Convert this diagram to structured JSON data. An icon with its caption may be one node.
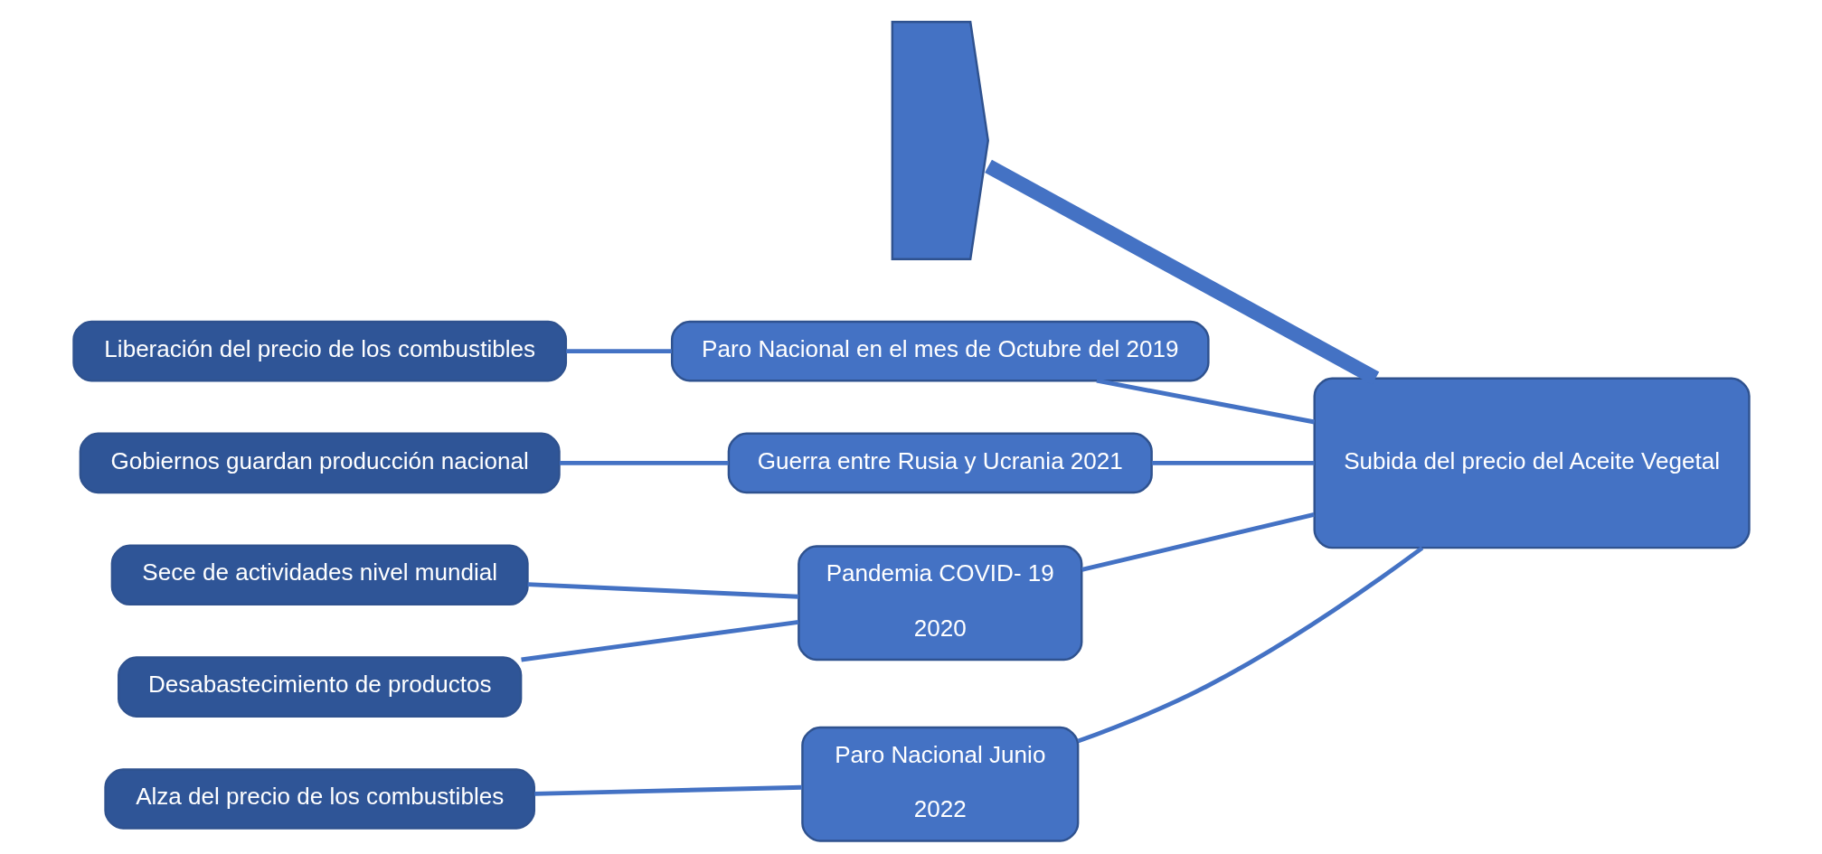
{
  "diagram": {
    "nodes": [
      {
        "text": [],
        "shape": "chevron"
      },
      {
        "text": [
          "Paro Nacional en el mes de Octubre del 2019"
        ]
      },
      {
        "text": [
          "Liberación del precio de los combustibles"
        ]
      },
      {
        "text": [
          "Guerra entre Rusia y Ucrania 2021"
        ]
      },
      {
        "text": [
          "Gobiernos guardan producción nacional"
        ]
      },
      {
        "text": [
          "Sece de actividades nivel mundial"
        ]
      },
      {
        "text": [
          "Desabastecimiento de productos"
        ]
      },
      {
        "text": [
          "Pandemia COVID- 19",
          "2020"
        ]
      },
      {
        "text": [
          "Alza del precio de los combustibles"
        ]
      },
      {
        "text": [
          "Paro Nacional Junio",
          "2022"
        ]
      },
      {
        "text": [
          "Subida del precio del Aceite Vegetal"
        ]
      }
    ],
    "edges": [
      {
        "from": 0,
        "to": 10,
        "arrow": "none",
        "style": "thick"
      },
      {
        "from": 1,
        "to": 10,
        "arrow": "none"
      },
      {
        "from": 2,
        "to": 1,
        "arrow": "none"
      },
      {
        "from": 3,
        "to": 10,
        "arrow": "none"
      },
      {
        "from": 4,
        "to": 3,
        "arrow": "none"
      },
      {
        "from": 5,
        "to": 7,
        "arrow": "none"
      },
      {
        "from": 6,
        "to": 7,
        "arrow": "none"
      },
      {
        "from": 7,
        "to": 10,
        "arrow": "none"
      },
      {
        "from": 8,
        "to": 9,
        "arrow": "none"
      },
      {
        "from": 9,
        "to": 10,
        "arrow": "none"
      }
    ]
  }
}
